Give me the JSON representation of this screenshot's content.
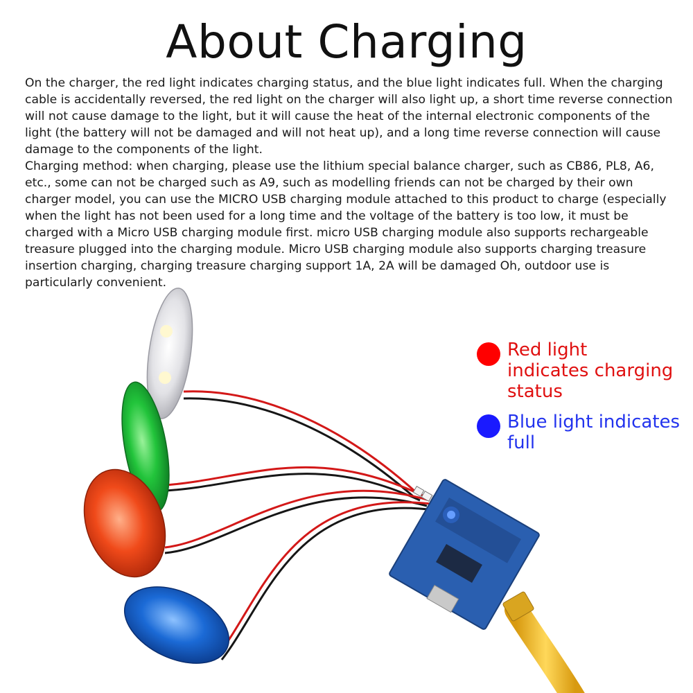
{
  "page": {
    "title": "About Charging",
    "paragraphs": [
      "On the charger, the red light indicates charging status, and the blue light indicates full. When the charging cable is accidentally reversed, the red light on the charger will also light up, a short time reverse connection will not cause damage to the light, but it will cause the heat of the internal electronic components of the light (the battery will not be damaged and will not heat up), and a long time reverse connection will cause damage to the components of the light.",
      "Charging method: when charging, please use the lithium special balance charger, such as CB86, PL8, A6, etc., some can not be charged such as A9, such as modelling friends can not be charged by their own charger model, you can use the MICRO USB charging module attached to this product to charge (especially when the light has not been used for a long time and the voltage of the battery is too low, it must be charged with a Micro USB charging module first. micro USB charging module also supports rechargeable treasure plugged into the charging module. Micro USB charging module also supports charging treasure insertion charging, charging treasure charging support 1A, 2A will be damaged Oh, outdoor use is particularly convenient."
    ]
  },
  "legend": {
    "red": {
      "label": "Red light indicates charging status",
      "color": "#ff0000"
    },
    "blue": {
      "label": "Blue light indicates full",
      "color": "#1a1aff"
    }
  },
  "illustration": {
    "lights": [
      "white-light",
      "green-light",
      "red-light",
      "blue-light"
    ],
    "colors": {
      "white": "#e8e8ea",
      "green": "#1fc43a",
      "red": "#f04a1a",
      "blue": "#1b6ad6",
      "board": "#2a5fb0",
      "cable": "#f2c232"
    }
  }
}
